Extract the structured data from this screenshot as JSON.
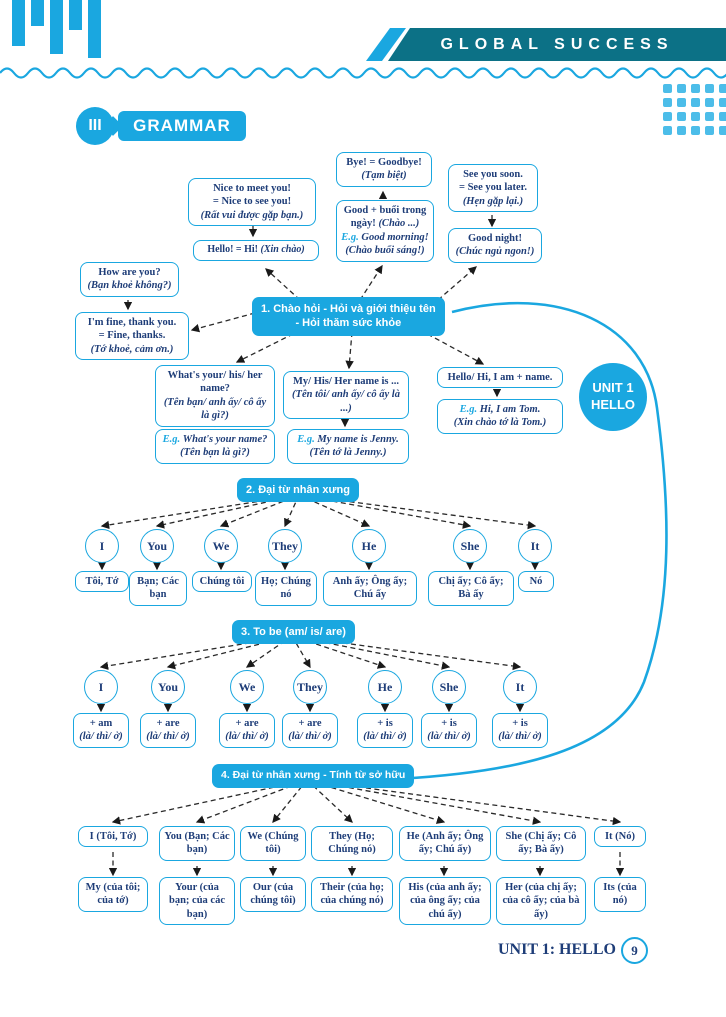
{
  "colors": {
    "accent": "#1aa7e0",
    "navy": "#1e3d78",
    "banner": "#0c7186"
  },
  "brand": {
    "title": "GLOBAL SUCCESS"
  },
  "heading": {
    "number": "III",
    "title": "GRAMMAR"
  },
  "unit_badge": {
    "line1": "UNIT 1",
    "line2": "HELLO"
  },
  "footer": {
    "label": "UNIT 1: HELLO",
    "page": "9"
  },
  "section1": {
    "title_line1": "1. Chào hỏi - Hỏi và giới thiệu tên",
    "title_line2": "- Hỏi thăm sức khỏe",
    "bye": {
      "en": "Bye! = Goodbye!",
      "vi": "(Tạm biệt)"
    },
    "nice": {
      "en1": "Nice to meet you!",
      "en2": "= Nice to see you!",
      "vi": "(Rất vui được gặp bạn.)"
    },
    "good_time": {
      "en": "Good + buổi trong ngày!",
      "vi": "(Chào ...)",
      "eg": "E.g.",
      "eg_en": "Good morning!",
      "eg_vi": "(Chào buổi sáng!)"
    },
    "see_you": {
      "en1": "See you soon.",
      "en2": "= See you later.",
      "vi": "(Hẹn gặp lại.)"
    },
    "hello": {
      "en": "Hello! = Hi!",
      "vi": "(Xin chào)"
    },
    "good_night": {
      "en": "Good night!",
      "vi": "(Chúc ngủ ngon!)"
    },
    "how_are_you": {
      "en": "How are you?",
      "vi": "(Bạn khoẻ không?)"
    },
    "im_fine": {
      "en1": "I'm fine, thank you.",
      "en2": "= Fine, thanks.",
      "vi": "(Tớ khoẻ, cảm ơn.)"
    },
    "whats_name": {
      "en": "What's your/ his/ her name?",
      "vi": "(Tên bạn/ anh ấy/ cô ấy là gì?)"
    },
    "whats_name_eg": {
      "eg": "E.g.",
      "en": "What's your name?",
      "vi": "(Tên bạn là gì?)"
    },
    "my_name": {
      "en": "My/ His/ Her name is ...",
      "vi": "(Tên tôi/ anh ấy/ cô ấy là ...)"
    },
    "my_name_eg": {
      "eg": "E.g.",
      "en": "My name is Jenny.",
      "vi": "(Tên tớ là Jenny.)"
    },
    "hello_iam": {
      "en": "Hello/ Hi, I am + name."
    },
    "hello_iam_eg": {
      "eg": "E.g.",
      "en": "Hi, I am Tom.",
      "vi": "(Xin chào tớ là Tom.)"
    }
  },
  "section2": {
    "title": "2. Đại từ nhân xưng",
    "pronouns": [
      "I",
      "You",
      "We",
      "They",
      "He",
      "She",
      "It"
    ],
    "meanings": [
      "Tôi, Tớ",
      "Bạn; Các bạn",
      "Chúng tôi",
      "Họ; Chúng nó",
      "Anh ấy; Ông ấy; Chú ấy",
      "Chị ấy; Cô ấy; Bà ấy",
      "Nó"
    ]
  },
  "section3": {
    "title": "3. To be (am/ is/ are)",
    "pronouns": [
      "I",
      "You",
      "We",
      "They",
      "He",
      "She",
      "It"
    ],
    "verbs": [
      "+ am",
      "+ are",
      "+ are",
      "+ are",
      "+ is",
      "+ is",
      "+ is"
    ],
    "verb_meaning": "(là/ thì/ ở)"
  },
  "section4": {
    "title": "4. Đại từ nhân xưng - Tính từ sở hữu",
    "subjects": [
      "I (Tôi, Tớ)",
      "You (Bạn; Các bạn)",
      "We (Chúng tôi)",
      "They (Họ; Chúng nó)",
      "He (Anh ấy; Ông ấy; Chú ấy)",
      "She (Chị ấy; Cô ấy; Bà ấy)",
      "It (Nó)"
    ],
    "possessives": [
      "My (của tôi; của tớ)",
      "Your (của bạn; của các bạn)",
      "Our (của chúng tôi)",
      "Their (của họ; của chúng nó)",
      "His (của anh ấy; của ông ấy; của chú ấy)",
      "Her (của chị ấy; của cô ấy; của bà ấy)",
      "Its (của nó)"
    ]
  }
}
